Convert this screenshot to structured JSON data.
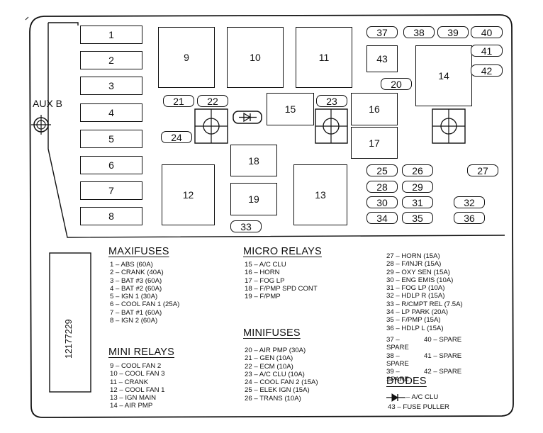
{
  "aux_label": "AUX B",
  "part_number": "12177229",
  "fuse_labels": {
    "f1": "1",
    "f2": "2",
    "f3": "3",
    "f4": "4",
    "f5": "5",
    "f6": "6",
    "f7": "7",
    "f8": "8",
    "f9": "9",
    "f10": "10",
    "f11": "11",
    "f12": "12",
    "f13": "13",
    "f14": "14",
    "f15": "15",
    "f16": "16",
    "f17": "17",
    "f18": "18",
    "f19": "19",
    "f20": "20",
    "f21": "21",
    "f22": "22",
    "f23": "23",
    "f24": "24",
    "f25": "25",
    "f26": "26",
    "f27": "27",
    "f28": "28",
    "f29": "29",
    "f30": "30",
    "f31": "31",
    "f32": "32",
    "f33": "33",
    "f34": "34",
    "f35": "35",
    "f36": "36",
    "f37": "37",
    "f38": "38",
    "f39": "39",
    "f40": "40",
    "f41": "41",
    "f42": "42",
    "f43": "43"
  },
  "legend": {
    "maxifuses": {
      "title": "MAXIFUSES",
      "items": [
        "1 – ABS (60A)",
        "2 – CRANK (40A)",
        "3 – BAT #3 (60A)",
        "4 – BAT #2 (60A)",
        "5 – IGN 1 (30A)",
        "6 – COOL FAN 1 (25A)",
        "7 – BAT #1 (60A)",
        "8 – IGN 2 (60A)"
      ]
    },
    "mini_relays": {
      "title": "MINI RELAYS",
      "items": [
        "9 – COOL FAN 2",
        "10 – COOL FAN 3",
        "11 – CRANK",
        "12 – COOL FAN 1",
        "13 – IGN MAIN",
        "14 – AIR PMP"
      ]
    },
    "micro_relays": {
      "title": "MICRO RELAYS",
      "items": [
        "15 – A/C CLU",
        "16 – HORN",
        "17 – FOG LP",
        "18 – F/PMP SPD CONT",
        "19 – F/PMP"
      ]
    },
    "minifuses": {
      "title": "MINIFUSES",
      "items": [
        "20 – AIR PMP (30A)",
        "21 – GEN (10A)",
        "22 – ECM (10A)",
        "23 – A/C CLU (10A)",
        "24 – COOL FAN 2 (15A)",
        "25 – ELEK IGN (15A)",
        "26 – TRANS (10A)"
      ]
    },
    "minifuses_cont": {
      "items": [
        "27 – HORN (15A)",
        "28 – F/INJR (15A)",
        "29 – OXY SEN (15A)",
        "30 – ENG EMIS (10A)",
        "31 – FOG LP (10A)",
        "32 – HDLP R (15A)",
        "33 – R/CMPT REL (7.5A)",
        "34 – LP PARK (20A)",
        "35 – F/PMP (15A)",
        "36 – HDLP L (15A)"
      ]
    },
    "spares": {
      "left": [
        "37 – SPARE",
        "38 – SPARE",
        "39 – SPARE"
      ],
      "right": [
        "40 – SPARE",
        "41 – SPARE",
        "42 – SPARE"
      ]
    },
    "diodes": {
      "title": "DIODES",
      "diode_item": "– A/C CLU",
      "extra_item": "43 – FUSE PULLER"
    }
  }
}
